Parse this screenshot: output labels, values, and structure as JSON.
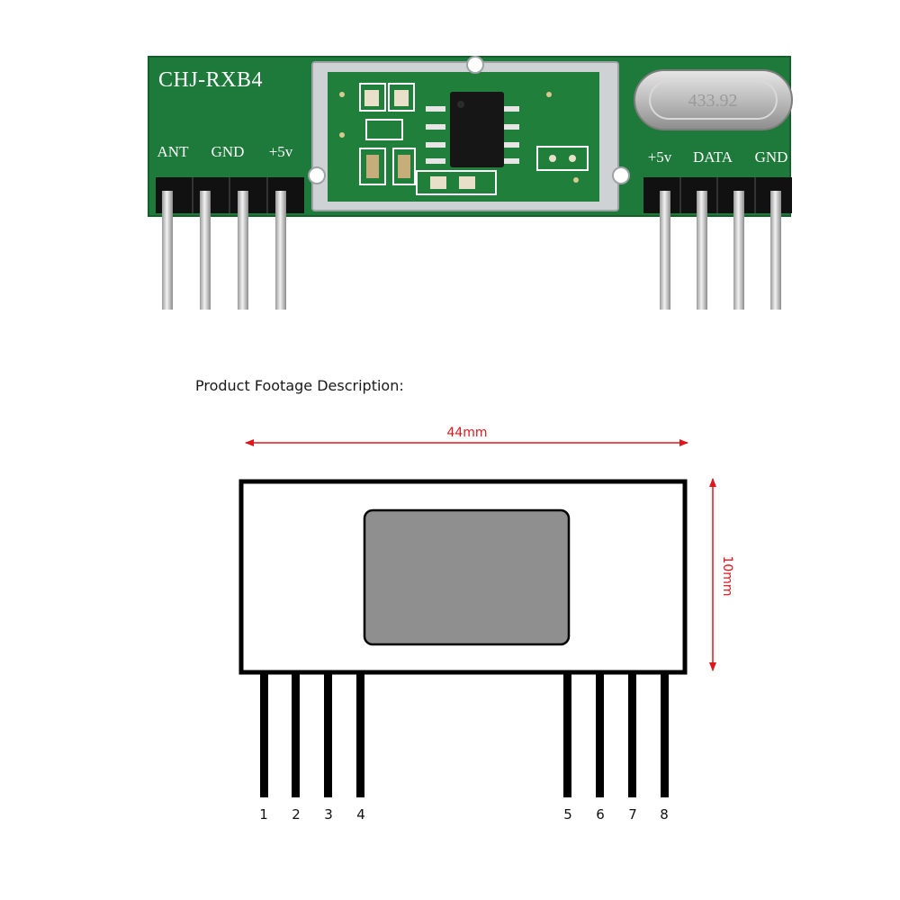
{
  "module": {
    "board_title": "CHJ-RXB4",
    "left_pin_labels": [
      "ANT",
      "GND",
      "+5v"
    ],
    "right_pin_labels": [
      "+5v",
      "DATA",
      "GND"
    ],
    "crystal_marking": "433.92",
    "colors": {
      "pcb": "#1e7a3a",
      "shield": "#c9ccce",
      "pins": "#c7c7c7",
      "header": "#111111"
    }
  },
  "diagram": {
    "caption": "Product Footage Description:",
    "width_label": "44mm",
    "height_label": "10mm",
    "pin_numbers": [
      "1",
      "2",
      "3",
      "4",
      "5",
      "6",
      "7",
      "8"
    ],
    "colors": {
      "dimension": "#e0151b",
      "window": "#8f8f8f",
      "outline": "#000000"
    }
  }
}
